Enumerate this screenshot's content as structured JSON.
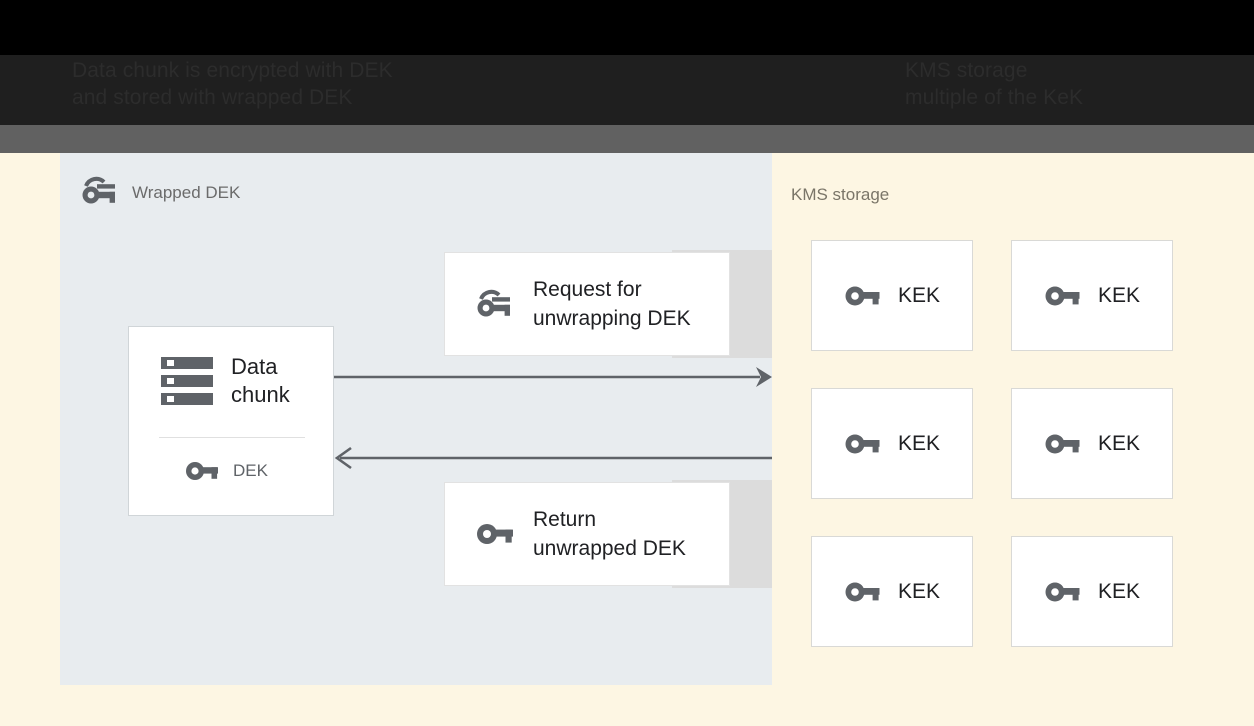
{
  "header": {
    "black_band": "",
    "headline_left": "Data chunk is encrypted with DEK\nand stored with wrapped DEK",
    "headline_right": "KMS storage\nmultiple of the KeK",
    "grey_band": ""
  },
  "left_panel": {
    "title": "Wrapped DEK",
    "title_icon": "wrapped-key-icon",
    "background_color": "#e8ecef",
    "data_chunk_card": {
      "icon": "data-chunk-icon",
      "label": "Data\nchunk",
      "key_icon": "key-icon",
      "key_label": "DEK"
    },
    "messages": [
      {
        "id": "request",
        "icon": "wrapped-key-icon",
        "label": "Request for\nunwrapping DEK"
      },
      {
        "id": "return",
        "icon": "key-icon",
        "label": "Return\nunwrapped DEK"
      }
    ],
    "arrows": [
      {
        "id": "request-arrow",
        "direction": "right",
        "head": "filled"
      },
      {
        "id": "return-arrow",
        "direction": "left",
        "head": "open"
      }
    ]
  },
  "right_panel": {
    "title": "KMS storage",
    "background_color": "#fdf6e3",
    "kek_boxes": [
      {
        "icon": "key-icon",
        "label": "KEK"
      },
      {
        "icon": "key-icon",
        "label": "KEK"
      },
      {
        "icon": "key-icon",
        "label": "KEK"
      },
      {
        "icon": "key-icon",
        "label": "KEK"
      },
      {
        "icon": "key-icon",
        "label": "KEK"
      },
      {
        "icon": "key-icon",
        "label": "KEK"
      }
    ]
  },
  "colors": {
    "canvas": "#fdf6e3",
    "panel": "#e8ecef",
    "strip": "#dcdcdc",
    "icon_grey": "#5f6368",
    "text_dark": "#202124",
    "text_muted": "#6b6b6b",
    "arrow": "#5f6368",
    "dark_band": "#1f1f1f",
    "grey_band": "#616161"
  }
}
